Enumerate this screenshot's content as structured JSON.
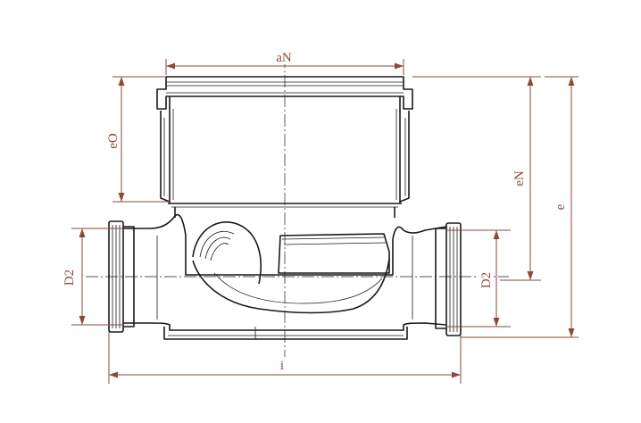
{
  "labels": {
    "aN": "aN",
    "eO": "eO",
    "eN": "eN",
    "e": "e",
    "D2_left": "D2",
    "D2_right": "D2",
    "i": "i"
  },
  "colors": {
    "part_line": "#1a1a1a",
    "dimension_line": "#8a4a3a",
    "background": "#ffffff"
  }
}
